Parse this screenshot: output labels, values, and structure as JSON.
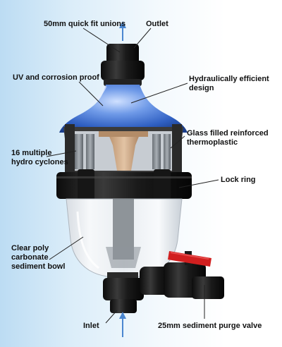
{
  "labels": {
    "quick_fit_unions": "50mm quick fit unions",
    "outlet": "Outlet",
    "uv_proof": "UV and corrosion proof",
    "hydraulic_line1": "Hydraulically efficient",
    "hydraulic_line2": "design",
    "glass_line1": "Glass filled reinforced",
    "glass_line2": "thermoplastic",
    "cyclones_line1": "16 multiple",
    "cyclones_line2": "hydro cyclones",
    "lock_ring": "Lock ring",
    "bowl_line1": "Clear poly",
    "bowl_line2": "carbonate",
    "bowl_line3": "sediment bowl",
    "inlet": "Inlet",
    "purge_valve": "25mm sediment purge valve"
  },
  "colors": {
    "arrow": "#4a86d0",
    "background_left": "#bcdcf3",
    "dome_blue": "#3f78d6",
    "body_black": "#1c1c1c",
    "valve_handle": "#d11f1f",
    "cyclone_tan": "#c9a27e"
  },
  "icons": {
    "outlet_arrow": "arrow-up",
    "inlet_arrow": "arrow-up"
  }
}
